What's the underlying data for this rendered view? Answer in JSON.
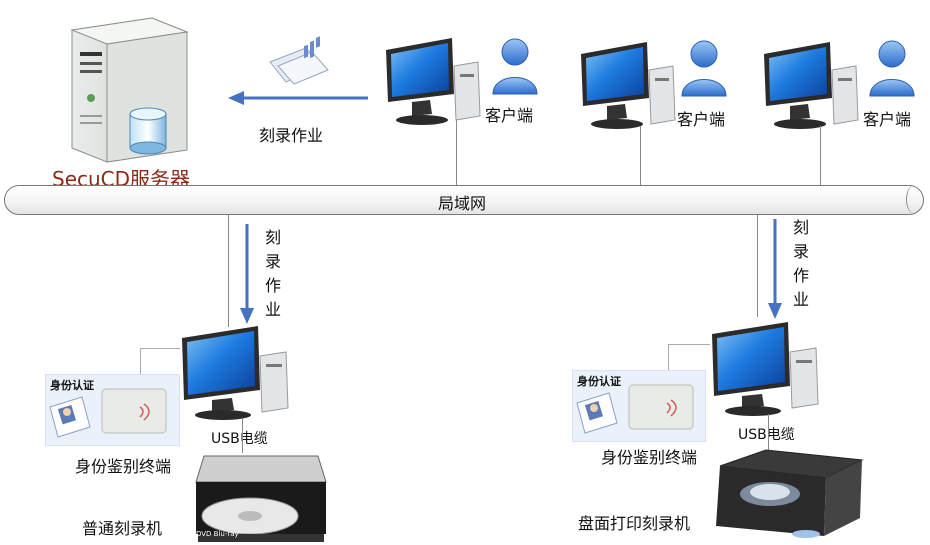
{
  "server": {
    "label": "SecuCD服务器"
  },
  "network": {
    "label": "局域网"
  },
  "job_label_horizontal": "刻录作业",
  "job_label_vertical_chars": [
    "刻",
    "录",
    "作",
    "业"
  ],
  "clients": [
    {
      "label": "客户端"
    },
    {
      "label": "客户端"
    },
    {
      "label": "客户端"
    }
  ],
  "left_station": {
    "auth_label": "身份认证",
    "terminal_label": "身份鉴别终端",
    "usb_label": "USB电缆",
    "burner_label": "普通刻录机",
    "drive_badge": "DVD Blu-ray"
  },
  "right_station": {
    "auth_label": "身份认证",
    "terminal_label": "身份鉴别终端",
    "usb_label": "USB电缆",
    "burner_label": "盘面打印刻录机"
  },
  "colors": {
    "arrow": "#4472c4",
    "server_label": "#8b2a16",
    "line": "#888888",
    "screen": "#1e6fd6",
    "person": "#3f7fd9"
  }
}
